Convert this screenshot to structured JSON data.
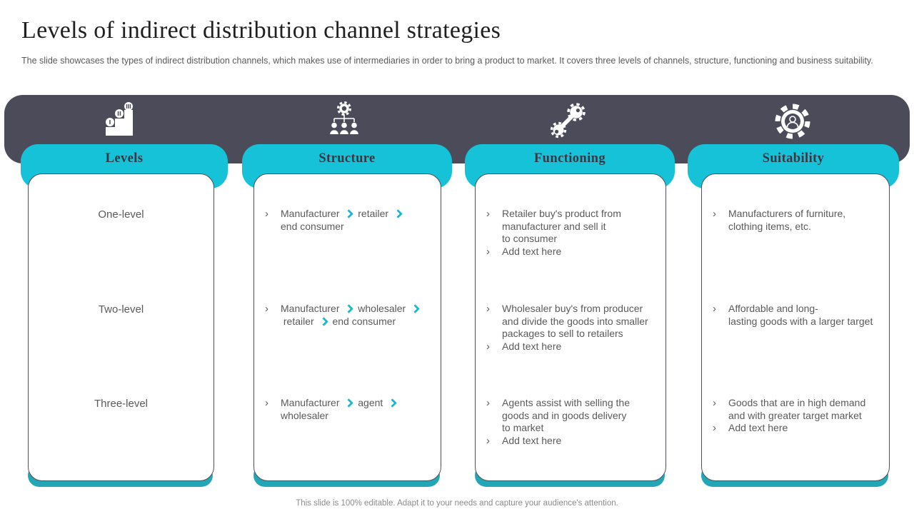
{
  "slide": {
    "title": "Levels of indirect distribution channel strategies",
    "subtitle": "The slide showcases the types of indirect distribution channels, which makes use of intermediaries in order to bring a product to market. It covers three levels of channels, structure, functioning and business suitability.",
    "footer": "This slide is 100% editable. Adapt it to your needs and capture your audience's attention."
  },
  "colors": {
    "teal_accent": "#16c2d8",
    "teal_shadow": "#23a7b6",
    "header_band": "#4c4b5a",
    "body_text": "#5a5a5a",
    "title_text": "#1f1f1f"
  },
  "glyphs": {
    "bullet": "›",
    "flow_arrow": "»"
  },
  "columns": [
    {
      "id": "levels",
      "header": "Levels",
      "icon": "stairs-growth-icon",
      "items": [
        {
          "text": "One-level"
        },
        {
          "text": "Two-level"
        },
        {
          "text": "Three-level"
        }
      ]
    },
    {
      "id": "structure",
      "header": "Structure",
      "icon": "org-structure-icon",
      "items": [
        {
          "text": "Manufacturer » retailer »\nend consumer"
        },
        {
          "text": "Manufacturer » wholesaler »\n retailer » end consumer"
        },
        {
          "text": "Manufacturer » agent »\nwholesaler"
        }
      ]
    },
    {
      "id": "functioning",
      "header": "Functioning",
      "icon": "gears-wrench-icon",
      "items": [
        {
          "text": "Retailer buy's product from\nmanufacturer and sell it\nto consumer",
          "extra": "Add text here"
        },
        {
          "text": "Wholesaler buy's from producer\nand divide the goods into smaller\npackages to sell to retailers",
          "extra": "Add text here"
        },
        {
          "text": "Agents assist with selling the\ngoods and in goods delivery\nto market",
          "extra": "Add text here"
        }
      ]
    },
    {
      "id": "suitability",
      "header": "Suitability",
      "icon": "gear-person-icon",
      "items": [
        {
          "text": "Manufacturers of furniture,\nclothing items, etc."
        },
        {
          "text": "Affordable and long-\nlasting goods with a larger target"
        },
        {
          "text": "Goods that are in high demand\nand with greater target market",
          "extra": "Add text here"
        }
      ]
    }
  ]
}
